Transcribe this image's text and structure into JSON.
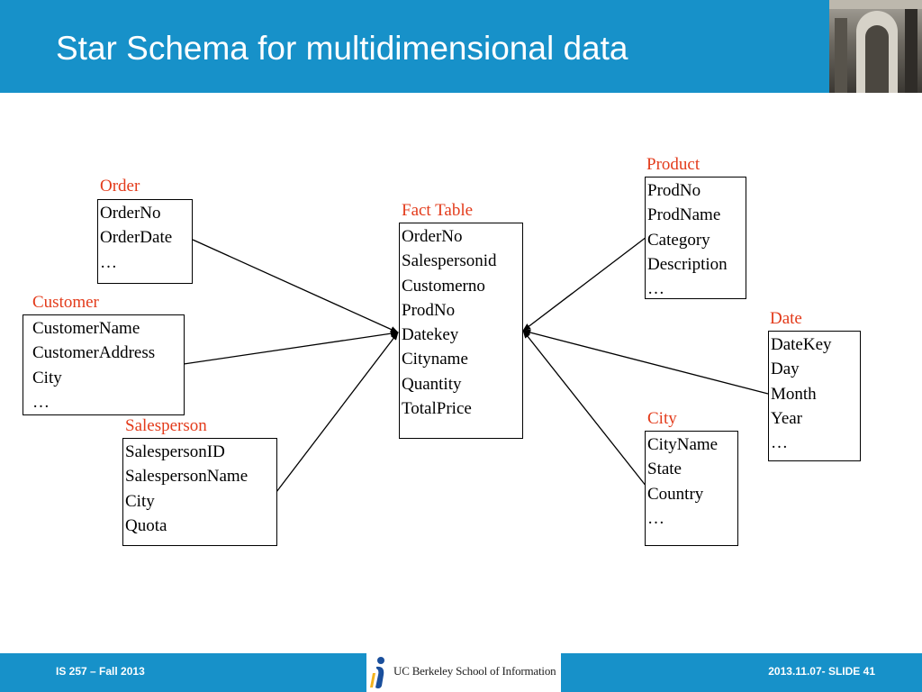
{
  "slide": {
    "title": "Star Schema for multidimensional data"
  },
  "entities": {
    "order": {
      "name": "Order",
      "attributes": [
        "OrderNo",
        "OrderDate",
        "…"
      ]
    },
    "customer": {
      "name": "Customer",
      "attributes": [
        "CustomerName",
        "CustomerAddress",
        "City",
        "…"
      ]
    },
    "salesperson": {
      "name": "Salesperson",
      "attributes": [
        "SalespersonID",
        "SalespersonName",
        "City",
        "Quota"
      ]
    },
    "fact": {
      "name": "Fact Table",
      "attributes": [
        "OrderNo",
        "Salespersonid",
        "Customerno",
        "ProdNo",
        "Datekey",
        "Cityname",
        "Quantity",
        "TotalPrice"
      ]
    },
    "product": {
      "name": "Product",
      "attributes": [
        "ProdNo",
        "ProdName",
        "Category",
        "Description",
        "…"
      ]
    },
    "date": {
      "name": "Date",
      "attributes": [
        "DateKey",
        "Day",
        "Month",
        "Year",
        "…"
      ]
    },
    "city": {
      "name": "City",
      "attributes": [
        "CityName",
        "State",
        "Country",
        "…"
      ]
    }
  },
  "footer": {
    "course": "IS 257 – Fall 2013",
    "logo_text": "UC Berkeley School of Information",
    "slide_info": "2013.11.07- SLIDE 41"
  },
  "colors": {
    "header_bg": "#1791c9",
    "entity_label": "#e33b1b"
  }
}
